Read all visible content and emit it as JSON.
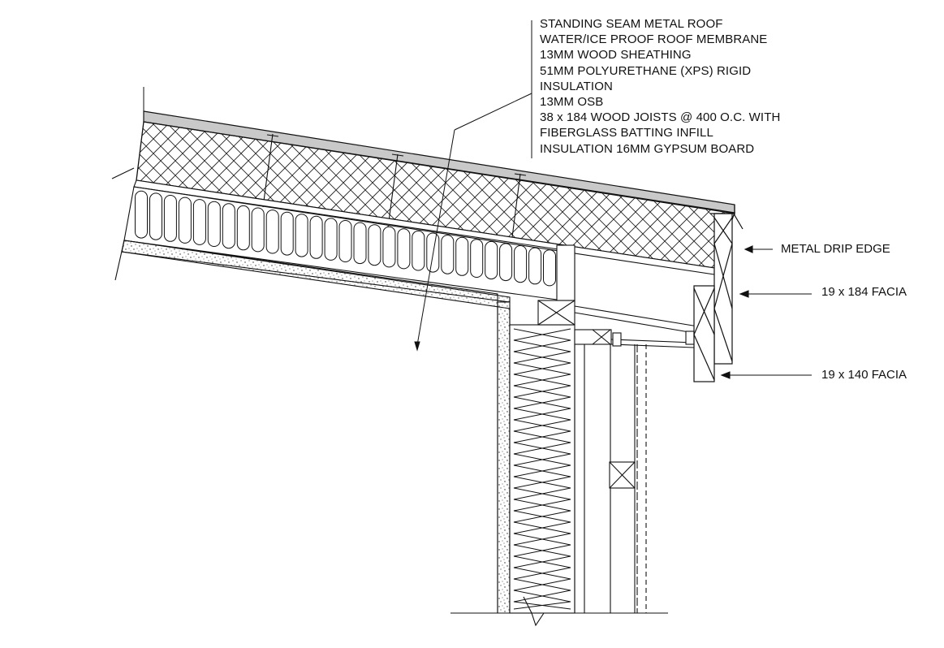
{
  "drawing": {
    "roof_assembly_note": [
      "STANDING SEAM METAL ROOF",
      "WATER/ICE PROOF ROOF MEMBRANE",
      "13MM WOOD SHEATHING",
      "51MM POLYURETHANE (XPS) RIGID",
      "INSULATION",
      "13MM OSB",
      "38 x 184 WOOD JOISTS @ 400 O.C. WITH",
      "FIBERGLASS BATTING INFILL",
      "INSULATION 16MM GYPSUM BOARD"
    ],
    "callouts": {
      "drip_edge": "METAL DRIP EDGE",
      "facia_184": "19 x 184 FACIA",
      "facia_140": "19 x 140 FACIA"
    }
  }
}
